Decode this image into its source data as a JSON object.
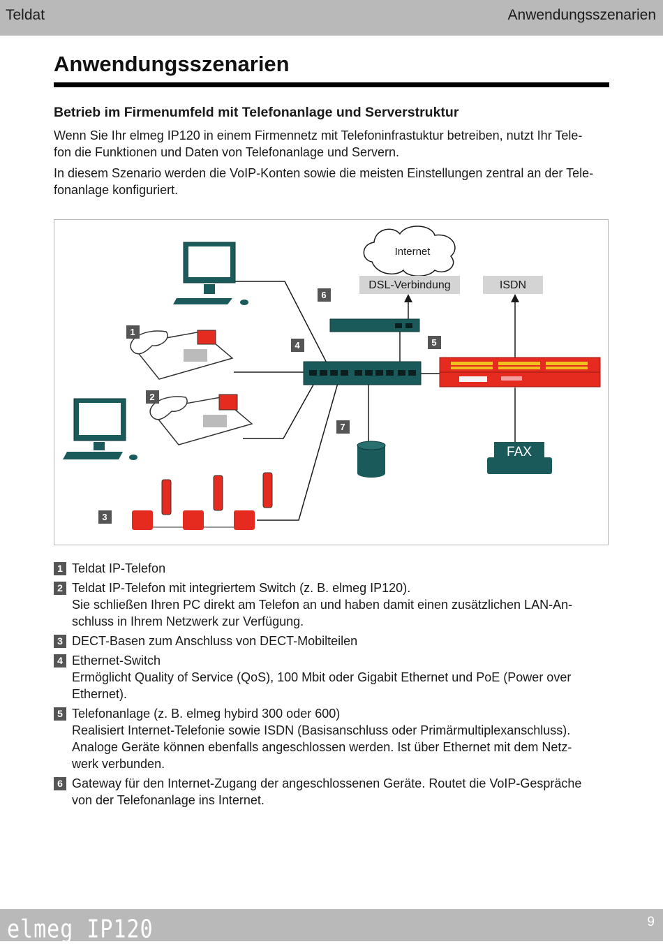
{
  "header": {
    "left": "Teldat",
    "right": "Anwendungsszenarien"
  },
  "title": "Anwendungsszenarien",
  "section": {
    "heading": "Betrieb im Firmenumfeld mit Telefonanlage und Serverstruktur",
    "p1_l1": "Wenn Sie Ihr elmeg IP120 in einem Firmennetz mit Telefoninfrastuktur betreiben, nutzt Ihr Tele-",
    "p1_l2": "fon die Funktionen und Daten von Telefonanlage und Servern.",
    "p2_l1": "In diesem Szenario werden die VoIP-Konten sowie die meisten Einstellungen zentral an der Tele-",
    "p2_l2": "fonanlage konfiguriert."
  },
  "diagram": {
    "internet": "Internet",
    "dsl": "DSL-Verbindung",
    "isdn": "ISDN",
    "fax": "FAX",
    "markers": [
      "1",
      "2",
      "3",
      "4",
      "5",
      "6",
      "7"
    ],
    "colors": {
      "teal": "#1a5a5a",
      "red": "#e52b1f",
      "gray": "#d4d4d4",
      "marker": "#555555"
    }
  },
  "legend": [
    {
      "num": "1",
      "lines": [
        "Teldat IP-Telefon"
      ]
    },
    {
      "num": "2",
      "lines": [
        "Teldat IP-Telefon mit integriertem Switch (z. B. elmeg IP120).",
        "Sie schließen Ihren PC direkt am Telefon an und haben damit einen zusätzlichen LAN-An-",
        "schluss in Ihrem Netzwerk zur Verfügung."
      ]
    },
    {
      "num": "3",
      "lines": [
        "DECT-Basen zum Anschluss von DECT-Mobilteilen"
      ]
    },
    {
      "num": "4",
      "lines": [
        "Ethernet-Switch",
        "Ermöglicht Quality of Service (QoS), 100 Mbit oder Gigabit Ethernet und PoE (Power over",
        "Ethernet)."
      ]
    },
    {
      "num": "5",
      "lines": [
        "Telefonanlage (z. B. elmeg hybird 300 oder 600)",
        "Realisiert Internet-Telefonie sowie ISDN (Basisanschluss oder Primärmultiplexanschluss).",
        "Analoge Geräte können ebenfalls angeschlossen werden. Ist über Ethernet mit dem Netz-",
        "werk verbunden."
      ]
    },
    {
      "num": "6",
      "lines": [
        "Gateway für den Internet-Zugang der angeschlossenen Geräte. Routet die VoIP-Gespräche",
        "von der Telefonanlage ins Internet."
      ]
    }
  ],
  "footer": {
    "logo": "elmeg IP120",
    "page": "9"
  }
}
